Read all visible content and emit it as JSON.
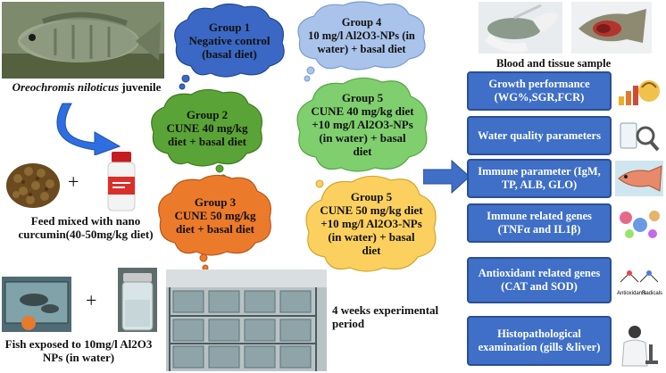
{
  "fish_label": {
    "species": "Oreochromis niloticus",
    "rest": " juvenile"
  },
  "plus_1": "+",
  "plus_2": "+",
  "feed_label": "Feed mixed with nano curcumin(40-50mg/kg diet)",
  "exposure_label": "Fish exposed to 10mg/l Al2O3 NPs (in water)",
  "period_label": "4 weeks experimental period",
  "sample_label": "Blood and tissue sample",
  "groups": [
    {
      "text": "Group 1\nNegative control (basal diet)",
      "color": "#3a68c4"
    },
    {
      "text": "Group 2\nCUNE 40 mg/kg diet + basal diet",
      "color": "#5aa336"
    },
    {
      "text": "Group 3\nCUNE 50 mg/kg diet + basal diet",
      "color": "#ec7a2b"
    },
    {
      "text": "Group 4\n10 mg/l Al2O3-NPs (in water) + basal diet",
      "color": "#a9c3ea"
    },
    {
      "text": "Group 5\nCUNE 40 mg/kg diet +10 mg/l Al2O3-NPs (in water) + basal diet",
      "color": "#7fcf6e"
    },
    {
      "text": "Group 5\nCUNE 50 mg/kg diet +10 mg/l Al2O3-NPs (in water) + basal diet",
      "color": "#fbd05e"
    }
  ],
  "parameters": [
    "Growth performance (WG%,SGR,FCR)",
    "Water quality parameters",
    "Immune parameter (IgM, TP, ALB, GLO)",
    "Immune related genes (TNFα and IL1β)",
    "Antioxidant related genes (CAT and SOD)",
    "Histopathological examination (gills &liver)"
  ],
  "thumb_labels": {
    "antioxidant_left": "Antioxidants",
    "antioxidant_right": "Radicals"
  },
  "colors": {
    "panel": "#3f6fc6",
    "arrow": "#3f6fc6",
    "curved_arrow": "#2f6ee0"
  }
}
